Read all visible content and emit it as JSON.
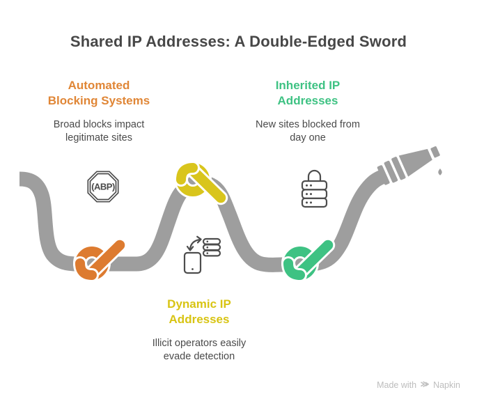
{
  "title": "Shared IP Addresses: A Double-Edged Sword",
  "nodes": [
    {
      "id": "automated-blocking-systems",
      "heading_lines": [
        "Automated",
        "Blocking Systems"
      ],
      "body_lines": [
        "Broad blocks impact",
        "legitimate sites"
      ],
      "accent_color": "#E08636",
      "knot_color": "#DD7B30",
      "icon": "abp-stop-sign-icon"
    },
    {
      "id": "inherited-ip-addresses",
      "heading_lines": [
        "Inherited IP",
        "Addresses"
      ],
      "body_lines": [
        "New sites blocked from",
        "day one"
      ],
      "accent_color": "#3EC283",
      "knot_color": "#3EC283",
      "icon": "locked-server-icon"
    },
    {
      "id": "dynamic-ip-addresses",
      "heading_lines": [
        "Dynamic IP",
        "Addresses"
      ],
      "body_lines": [
        "Illicit operators easily",
        "evade detection"
      ],
      "accent_color": "#D8C413",
      "knot_color": "#D9C51C",
      "icon": "phone-server-swap-icon"
    }
  ],
  "icons": {
    "abp_text": "(ABP)"
  },
  "rope_color": "#9E9E9E",
  "footer": {
    "prefix": "Made with",
    "brand": "Napkin"
  }
}
